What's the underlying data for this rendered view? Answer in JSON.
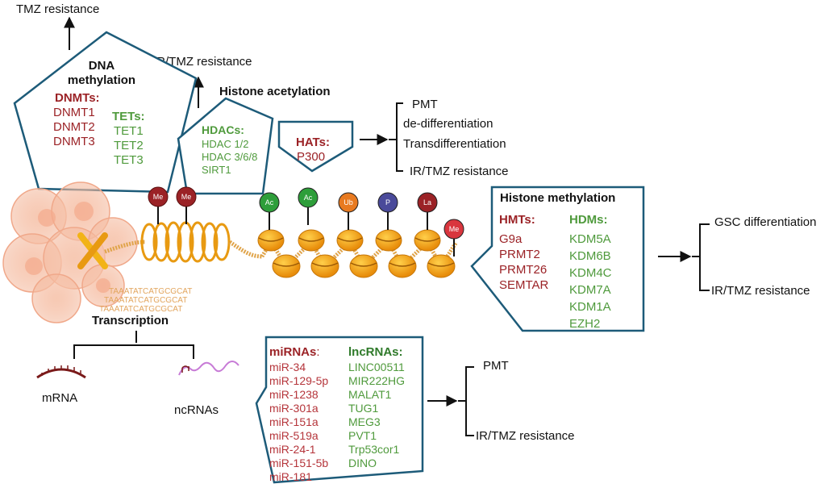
{
  "top": {
    "tmz_resistance": "TMZ resistance",
    "ir_tmz_resistance": "IR/TMZ resistance"
  },
  "dna_methylation": {
    "title_1": "DNA",
    "title_2": "methylation",
    "dnmts_header": "DNMTs:",
    "dnmts": [
      "DNMT1",
      "DNMT2",
      "DNMT3"
    ],
    "tets_header": "TETs:",
    "tets": [
      "TET1",
      "TET2",
      "TET3"
    ]
  },
  "histone_acetylation": {
    "title": "Histone acetylation",
    "hdacs_header": "HDACs:",
    "hdacs": [
      "HDAC 1/2",
      "HDAC 3/6/8",
      "SIRT1"
    ],
    "hats_header": "HATs:",
    "hats": [
      "P300"
    ],
    "outcomes": [
      "PMT",
      "de-differentiation",
      "Transdifferentiation",
      "IR/TMZ resistance"
    ]
  },
  "marks": {
    "me_left": [
      "Me",
      "Me"
    ],
    "modifications": [
      {
        "label": "Ac",
        "color": "#2e9e3a"
      },
      {
        "label": "Ac",
        "color": "#2e9e3a"
      },
      {
        "label": "Ub",
        "color": "#e87a20"
      },
      {
        "label": "P",
        "color": "#4a4a9a"
      },
      {
        "label": "La",
        "color": "#9b2226"
      },
      {
        "label": "Me",
        "color": "#d9363e"
      }
    ]
  },
  "sequence": [
    "TAAATATCATGCGCAT",
    "TAAATATCATGCGCAT",
    "TAAATATCATGCGCAT"
  ],
  "histone_methylation": {
    "title": "Histone methylation",
    "hmts_header": "HMTs:",
    "hmts": [
      "G9a",
      "PRMT2",
      "PRMT26",
      "SEMTAR"
    ],
    "hdms_header": "HDMs:",
    "hdms": [
      "KDM5A",
      "KDM6B",
      "KDM4C",
      "KDM7A",
      "KDM1A",
      "EZH2"
    ],
    "outcomes": [
      "GSC differentiation",
      "IR/TMZ resistance"
    ]
  },
  "transcription": {
    "title": "Transcription",
    "mrna": "mRNA",
    "ncrnas": "ncRNAs"
  },
  "noncoding": {
    "mirnas_header": "miRNAs",
    "mirnas_colon": ":",
    "mirnas": [
      "miR-34",
      "miR-129-5p",
      "miR-1238",
      "miR-301a",
      "miR-151a",
      "miR-519a",
      "miR-24-1",
      "miR-151-5b",
      "miR-181"
    ],
    "lncrnas_header": "lncRNAs:",
    "lncrnas": [
      "LINC00511",
      "MIR222HG",
      "MALAT1",
      "TUG1",
      "MEG3",
      "PVT1",
      "Trp53cor1",
      "DINO"
    ],
    "outcomes": [
      "PMT",
      "IR/TMZ resistance"
    ]
  }
}
